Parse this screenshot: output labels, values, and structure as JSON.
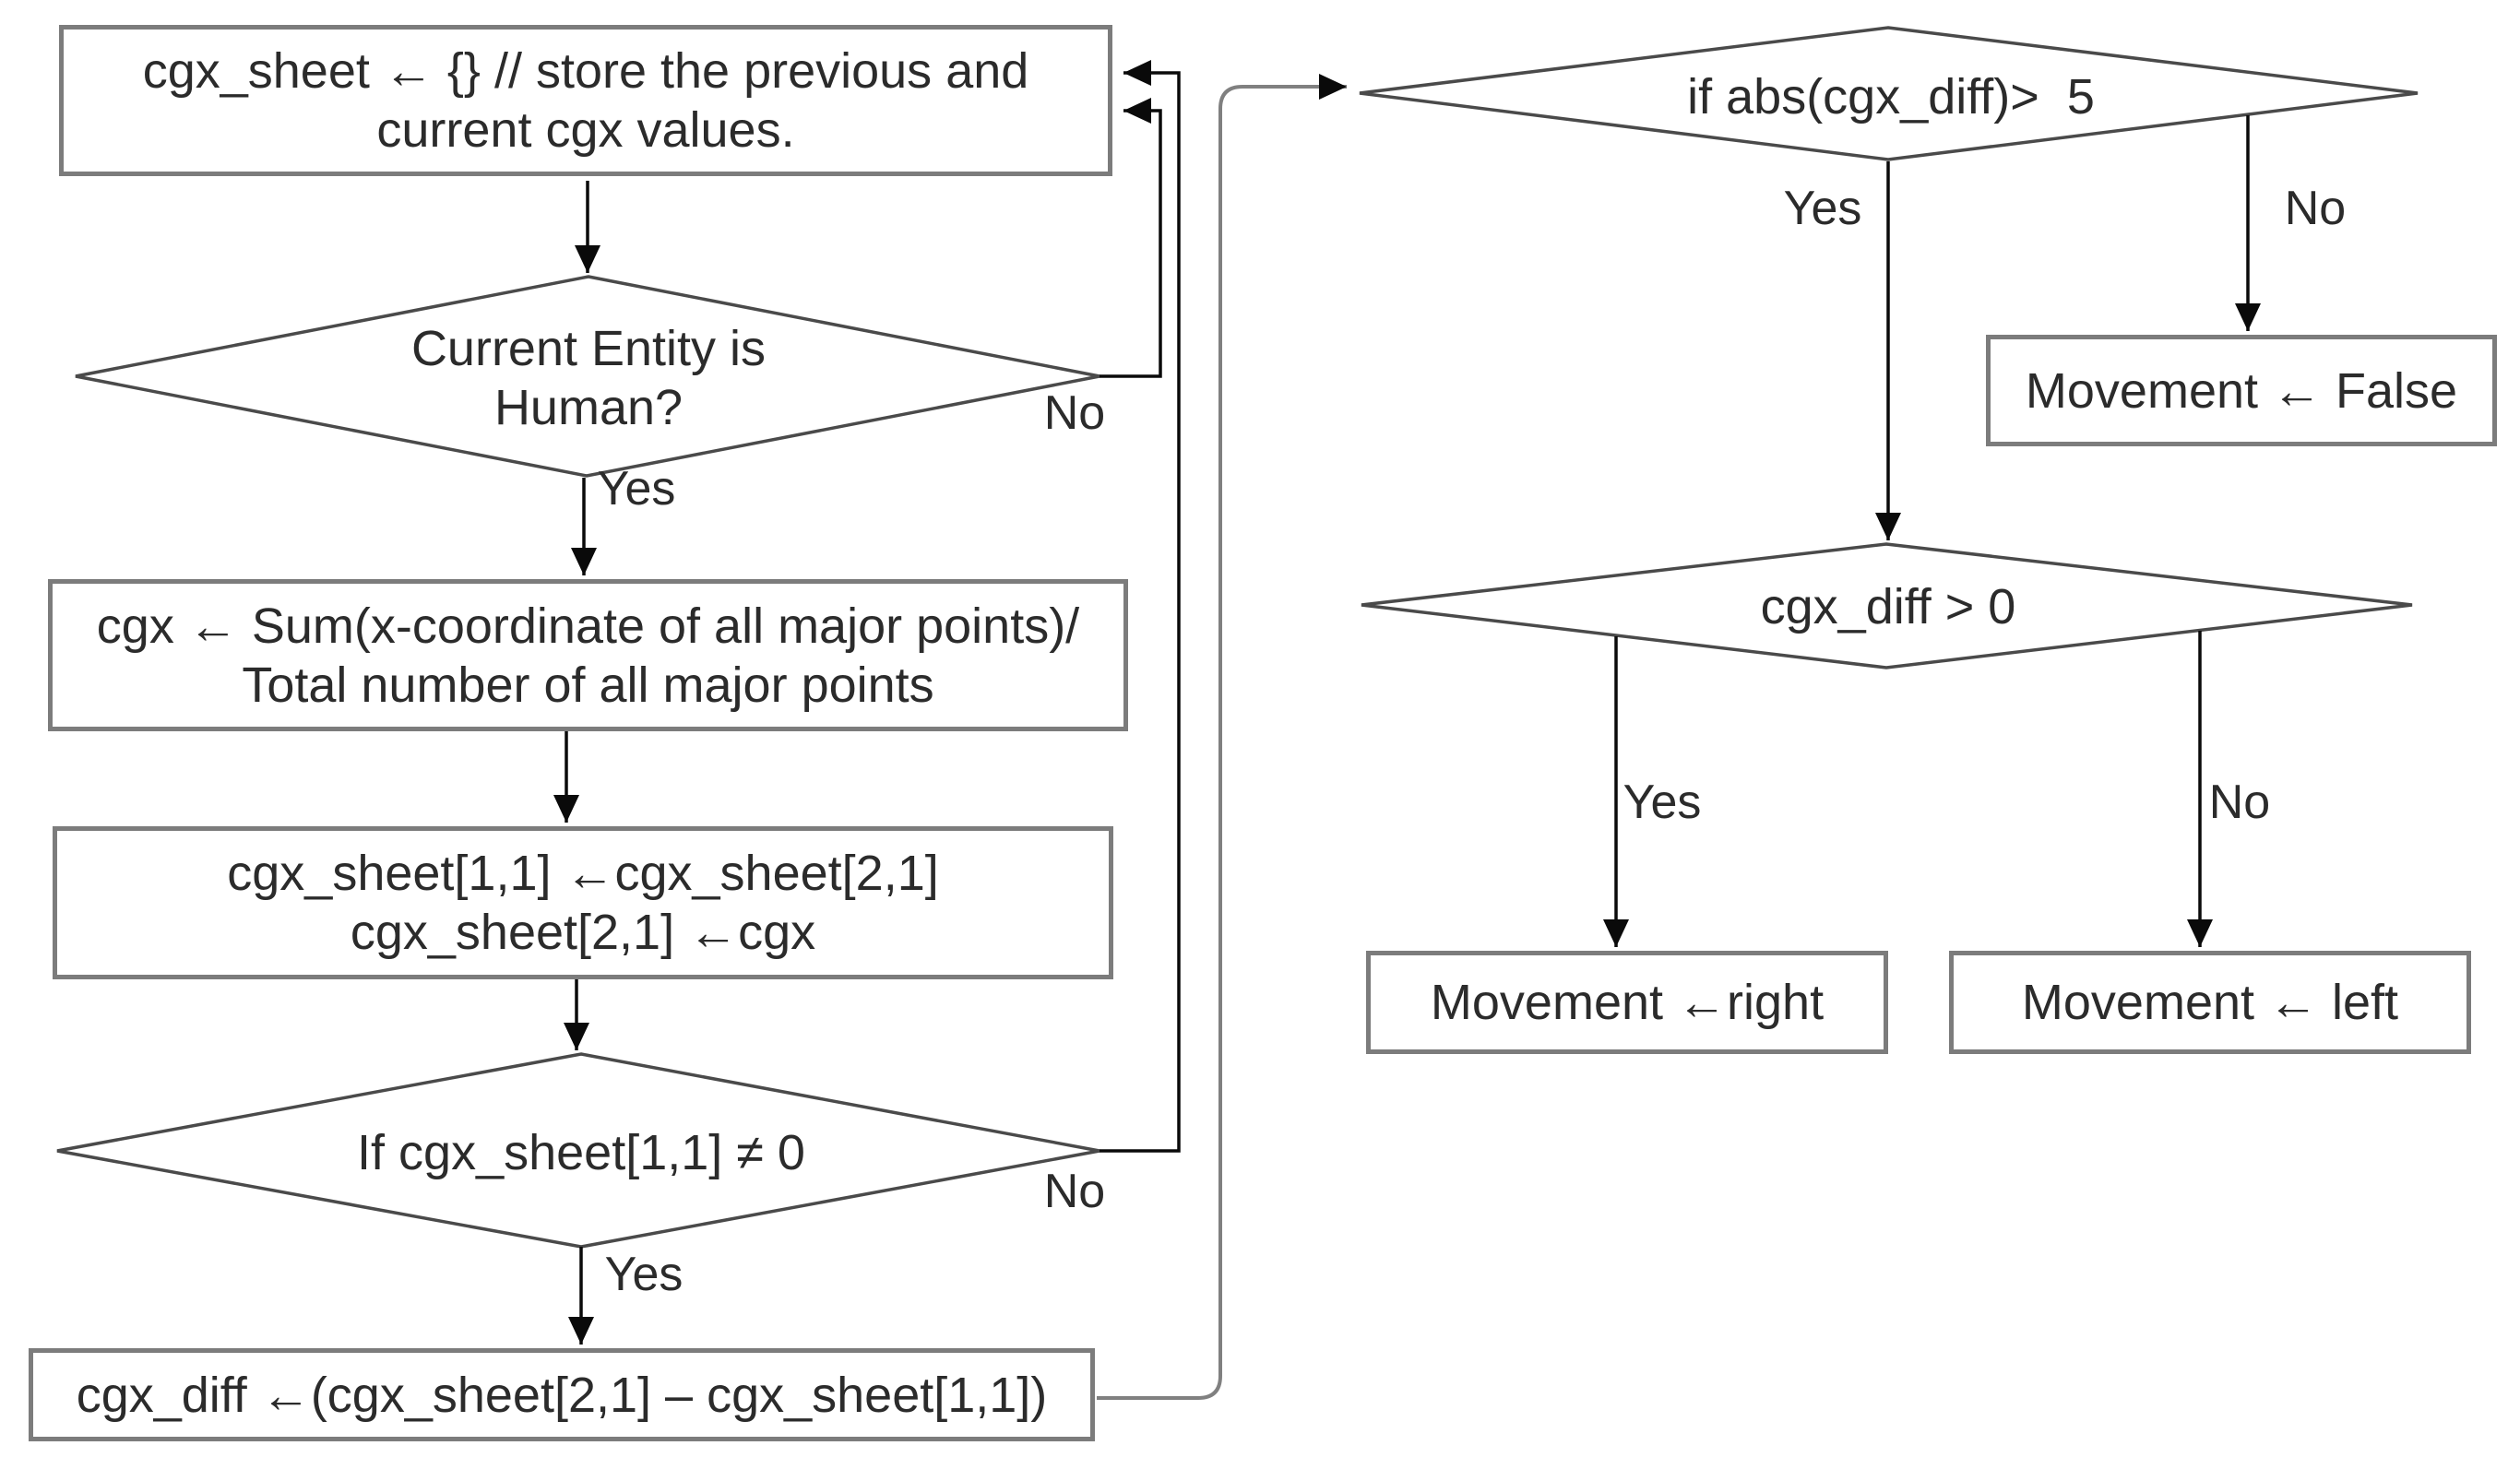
{
  "diagram": {
    "title": "cgx movement detection flowchart",
    "colors": {
      "box_border": "#7c7c7c",
      "diamond_border": "#4a4a4a",
      "connector": "#0a0a0a",
      "loop": "#808080",
      "text": "#2b2b2b",
      "arrowhead": "#0a0a0a",
      "bg": "#ffffff"
    },
    "nodes": {
      "init": {
        "type": "process",
        "lines": [
          "cgx_sheet ← {} // store the previous and",
          "current cgx values."
        ]
      },
      "is_human": {
        "type": "decision",
        "lines": [
          "Current Entity is",
          "Human?"
        ]
      },
      "compute_cgx": {
        "type": "process",
        "lines": [
          "cgx ← Sum(x-coordinate of all major points)/",
          "Total number of all major points"
        ]
      },
      "shift_sheet": {
        "type": "process",
        "lines": [
          "cgx_sheet[1,1] ←cgx_sheet[2,1]",
          "cgx_sheet[2,1] ←cgx"
        ]
      },
      "check_nonzero": {
        "type": "decision",
        "lines": [
          "If cgx_sheet[1,1] ≠ 0"
        ]
      },
      "compute_diff": {
        "type": "process",
        "lines": [
          "cgx_diff ←(cgx_sheet[2,1] – cgx_sheet[1,1])"
        ]
      },
      "check_threshold": {
        "type": "decision",
        "lines": [
          "if abs(cgx_diff)>  5"
        ]
      },
      "movement_false": {
        "type": "process",
        "lines": [
          "Movement ← False"
        ]
      },
      "check_direction": {
        "type": "decision",
        "lines": [
          "cgx_diff > 0"
        ]
      },
      "movement_right": {
        "type": "process",
        "lines": [
          "Movement ←right"
        ]
      },
      "movement_left": {
        "type": "process",
        "lines": [
          "Movement ← left"
        ]
      }
    },
    "edges": [
      {
        "from": "init",
        "to": "is_human",
        "label": ""
      },
      {
        "from": "is_human",
        "to": "compute_cgx",
        "label": "Yes"
      },
      {
        "from": "is_human",
        "to": "init",
        "label": "No"
      },
      {
        "from": "compute_cgx",
        "to": "shift_sheet",
        "label": ""
      },
      {
        "from": "shift_sheet",
        "to": "check_nonzero",
        "label": ""
      },
      {
        "from": "check_nonzero",
        "to": "compute_diff",
        "label": "Yes"
      },
      {
        "from": "check_nonzero",
        "to": "init",
        "label": "No"
      },
      {
        "from": "compute_diff",
        "to": "check_threshold",
        "label": ""
      },
      {
        "from": "check_threshold",
        "to": "check_direction",
        "label": "Yes"
      },
      {
        "from": "check_threshold",
        "to": "movement_false",
        "label": "No"
      },
      {
        "from": "check_direction",
        "to": "movement_right",
        "label": "Yes"
      },
      {
        "from": "check_direction",
        "to": "movement_left",
        "label": "No"
      }
    ]
  }
}
